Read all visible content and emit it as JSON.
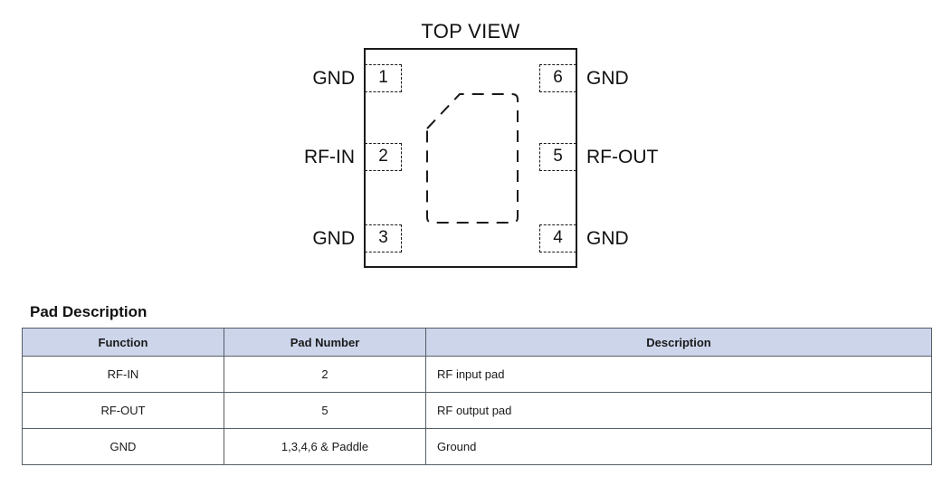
{
  "diagram": {
    "title": "TOP VIEW",
    "pins": [
      {
        "number": "1",
        "side": "left",
        "label": "GND"
      },
      {
        "number": "2",
        "side": "left",
        "label": "RF-IN"
      },
      {
        "number": "3",
        "side": "left",
        "label": "GND"
      },
      {
        "number": "6",
        "side": "right",
        "label": "GND"
      },
      {
        "number": "5",
        "side": "right",
        "label": "RF-OUT"
      },
      {
        "number": "4",
        "side": "right",
        "label": "GND"
      }
    ],
    "paddle": {
      "name": "exposed-paddle",
      "style": "dashed",
      "chamfered_corner": "top-left"
    },
    "colors": {
      "outline": "#1a1a1a",
      "background": "#ffffff"
    }
  },
  "pad_description": {
    "heading": "Pad Description",
    "columns": [
      "Function",
      "Pad Number",
      "Description"
    ],
    "rows": [
      {
        "function": "RF-IN",
        "pad_number": "2",
        "description": "RF input pad"
      },
      {
        "function": "RF-OUT",
        "pad_number": "5",
        "description": "RF output pad"
      },
      {
        "function": "GND",
        "pad_number": "1,3,4,6 & Paddle",
        "description": "Ground"
      }
    ],
    "colors": {
      "header_fill": "#ccd5ea",
      "border": "#555f66"
    }
  }
}
